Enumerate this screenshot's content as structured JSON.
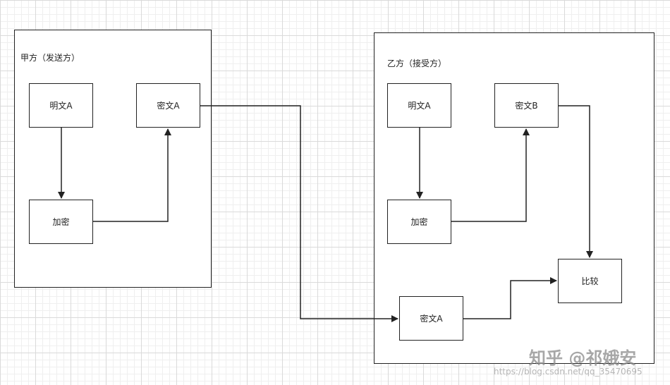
{
  "diagram": {
    "sender": {
      "title": "甲方（发送方）",
      "nodes": {
        "plaintext": "明文A",
        "ciphertext": "密文A",
        "encrypt": "加密"
      }
    },
    "receiver": {
      "title": "乙方（接受方）",
      "nodes": {
        "plaintext": "明文A",
        "ciphertext_b": "密文B",
        "encrypt": "加密",
        "compare": "比较",
        "received_ciphertext": "密文A"
      }
    }
  },
  "watermark": {
    "text": "知乎 @祁娥安",
    "url": "https://blog.csdn.net/qq_35470695"
  }
}
